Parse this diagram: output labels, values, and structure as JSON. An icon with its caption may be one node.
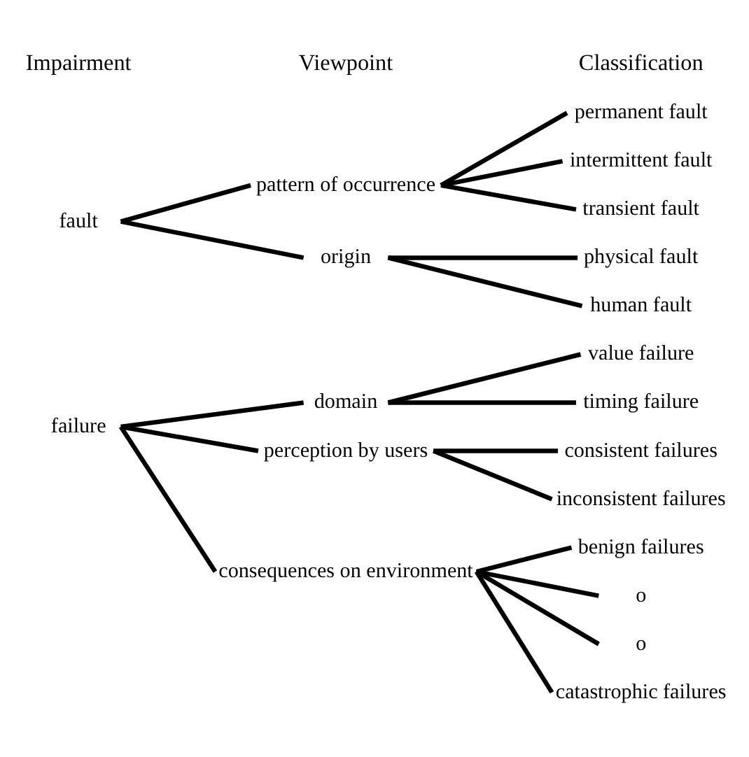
{
  "diagram": {
    "nodes": [
      {
        "text": [
          "fault"
        ]
      },
      {
        "text": [
          "pattern of occurrence"
        ]
      },
      {
        "text": [
          "origin"
        ]
      },
      {
        "text": [
          "permanent fault"
        ]
      },
      {
        "text": [
          "intermittent fault"
        ]
      },
      {
        "text": [
          "transient fault"
        ]
      },
      {
        "text": [
          "physical fault"
        ]
      },
      {
        "text": [
          "human fault"
        ]
      },
      {
        "text": [
          "failure"
        ]
      },
      {
        "text": [
          "domain"
        ]
      },
      {
        "text": [
          "perception by users"
        ]
      },
      {
        "text": [
          "consequences on environment"
        ]
      },
      {
        "text": [
          "value failure"
        ]
      },
      {
        "text": [
          "timing failure"
        ]
      },
      {
        "text": [
          "consistent failures"
        ]
      },
      {
        "text": [
          "inconsistent failures"
        ]
      },
      {
        "text": [
          "benign failures"
        ]
      },
      {
        "text": [
          "o"
        ]
      },
      {
        "text": [
          "o"
        ]
      },
      {
        "text": [
          "catastrophic failures"
        ]
      }
    ],
    "edges": [
      {
        "from": 0,
        "to": 1,
        "arrow": "none"
      },
      {
        "from": 0,
        "to": 2,
        "arrow": "none"
      },
      {
        "from": 1,
        "to": 3,
        "arrow": "none"
      },
      {
        "from": 1,
        "to": 4,
        "arrow": "none"
      },
      {
        "from": 1,
        "to": 5,
        "arrow": "none"
      },
      {
        "from": 2,
        "to": 6,
        "arrow": "none"
      },
      {
        "from": 2,
        "to": 7,
        "arrow": "none"
      },
      {
        "from": 8,
        "to": 9,
        "arrow": "none"
      },
      {
        "from": 8,
        "to": 10,
        "arrow": "none"
      },
      {
        "from": 8,
        "to": 11,
        "arrow": "none"
      },
      {
        "from": 9,
        "to": 12,
        "arrow": "none"
      },
      {
        "from": 9,
        "to": 13,
        "arrow": "none"
      },
      {
        "from": 10,
        "to": 14,
        "arrow": "none"
      },
      {
        "from": 10,
        "to": 15,
        "arrow": "none"
      },
      {
        "from": 11,
        "to": 16,
        "arrow": "none"
      },
      {
        "from": 11,
        "to": 17,
        "arrow": "none"
      },
      {
        "from": 11,
        "to": 18,
        "arrow": "none"
      },
      {
        "from": 11,
        "to": 19,
        "arrow": "none"
      }
    ],
    "labels": [
      "Impairment",
      "Viewpoint",
      "Classification"
    ]
  }
}
